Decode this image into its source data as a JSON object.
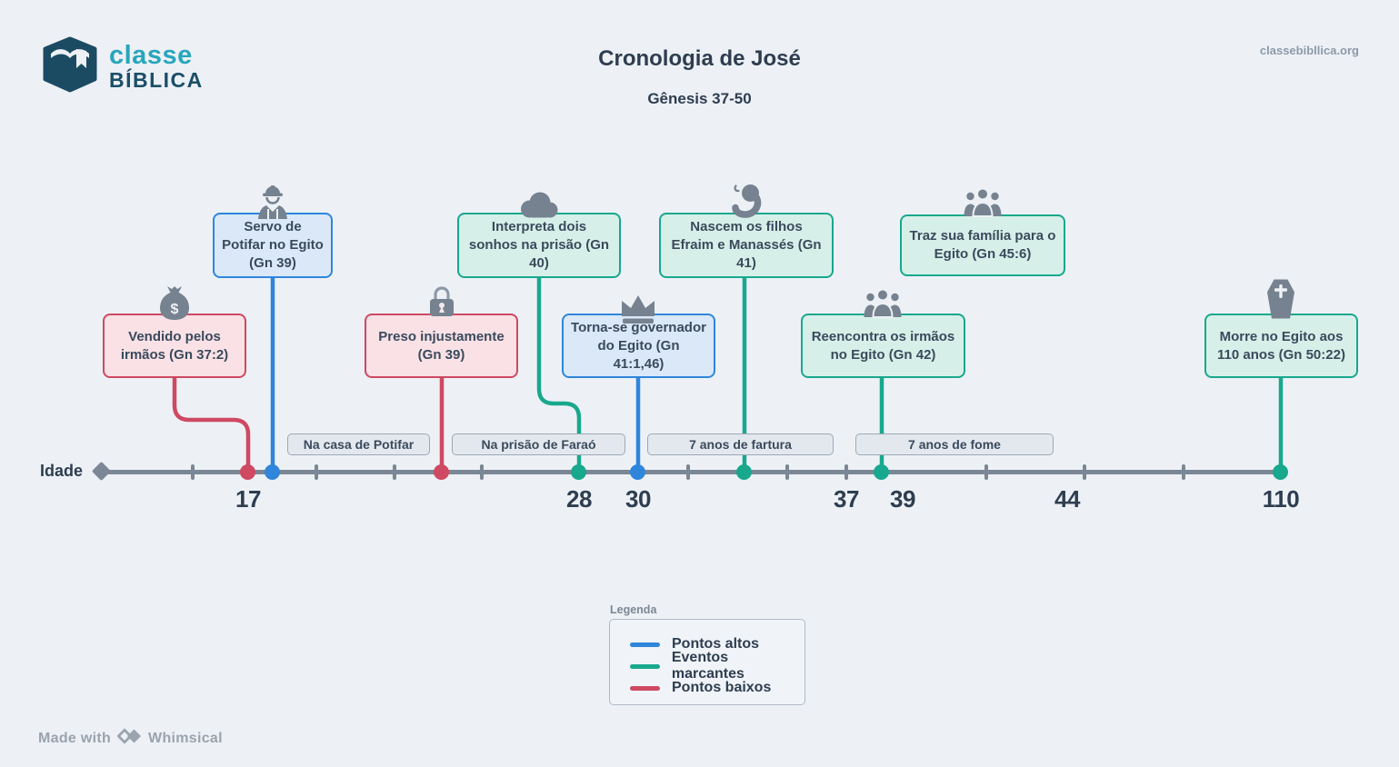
{
  "header": {
    "logo_line1": "classe",
    "logo_line2": "BÍBLICA",
    "title": "Cronologia de José",
    "subtitle": "Gênesis 37-50",
    "site": "classebibllica.org"
  },
  "timeline": {
    "axis_label": "Idade",
    "ages": [
      "17",
      "28",
      "30",
      "37",
      "39",
      "44",
      "110"
    ],
    "periods": [
      "Na casa de Potifar",
      "Na prisão de Faraó",
      "7 anos de fartura",
      "7 anos de fome"
    ],
    "events": [
      {
        "title": "Vendido pelos irmãos (Gn 37:2)",
        "type": "low",
        "icon": "money-bag-icon"
      },
      {
        "title": "Servo de Potifar no Egito (Gn 39)",
        "type": "high",
        "icon": "construction-worker-icon"
      },
      {
        "title": "Preso injustamente (Gn 39)",
        "type": "low",
        "icon": "padlock-icon"
      },
      {
        "title": "Interpreta dois sonhos na prisão (Gn 40)",
        "type": "marker",
        "icon": "dream-cloud-icon"
      },
      {
        "title": "Torna-se governador do Egito (Gn 41:1,46)",
        "type": "high",
        "icon": "crown-icon"
      },
      {
        "title": "Nascem os filhos Efraim e Manassés (Gn 41)",
        "type": "marker",
        "icon": "baby-icon"
      },
      {
        "title": "Reencontra os irmãos no Egito (Gn 42)",
        "type": "marker",
        "icon": "family-group-icon"
      },
      {
        "title": "Traz sua família para o Egito (Gn 45:6)",
        "type": "marker",
        "icon": "family-group-icon"
      },
      {
        "title": "Morre no Egito aos 110 anos (Gn 50:22)",
        "type": "marker",
        "icon": "coffin-icon"
      }
    ]
  },
  "legend": {
    "title": "Legenda",
    "items": [
      {
        "label": "Pontos altos",
        "color": "#2F86DB"
      },
      {
        "label": "Eventos marcantes",
        "color": "#18A88D"
      },
      {
        "label": "Pontos baixos",
        "color": "#CE4961"
      }
    ]
  },
  "footer": {
    "made_with": "Made with",
    "brand": "Whimsical"
  },
  "colors": {
    "background": "#EDF1F6",
    "high_blue": "#2F86DB",
    "marker_teal": "#18A88D",
    "low_red": "#CE4961",
    "high_fill": "#DAE8F8",
    "marker_fill": "#D6F0E9",
    "low_fill": "#F9E1E6",
    "icon_gray": "#76828F",
    "axis_gray": "#7C8795",
    "brand_teal": "#27A6BC",
    "brand_navy": "#1B4E68"
  }
}
